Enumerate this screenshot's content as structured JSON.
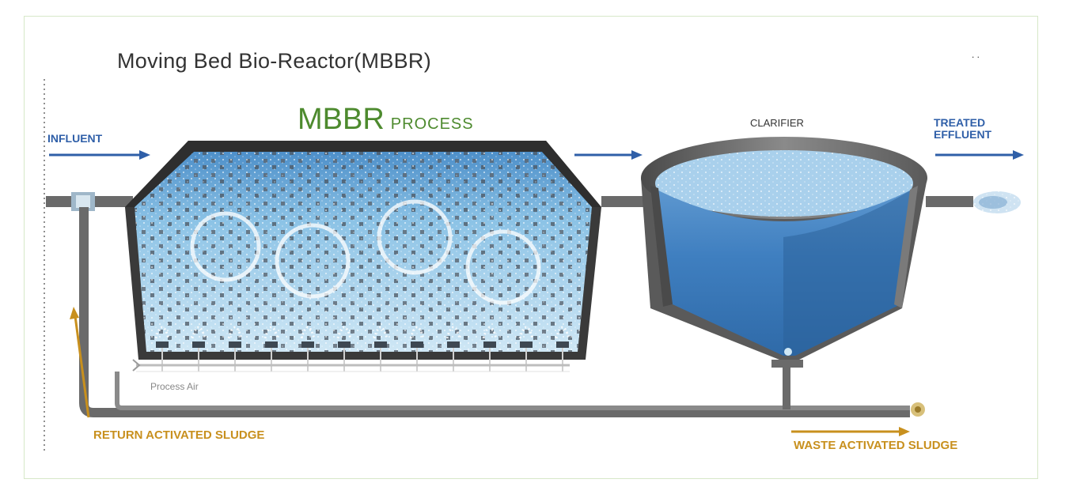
{
  "title": "Moving Bed Bio-Reactor(MBBR)",
  "corner_marks": ".   .",
  "process_heading": {
    "main": "MBBR",
    "sub": "PROCESS"
  },
  "labels": {
    "influent": "INFLUENT",
    "clarifier": "CLARIFIER",
    "treated_line1": "TREATED",
    "treated_line2": "EFFLUENT",
    "return_sludge": "RETURN ACTIVATED SLUDGE",
    "waste_sludge": "WASTE ACTIVATED SLUDGE",
    "process_air": "Process Air"
  },
  "colors": {
    "title": "#333333",
    "heading": "#4d8a2e",
    "flow_arrow": "#2f5fa8",
    "sludge": "#c8901e",
    "pipe": "#6a6a6a",
    "tank_wall": "#3a3a3a",
    "water_light": "#bfe0f3",
    "water_dark": "#3f7fc0"
  }
}
